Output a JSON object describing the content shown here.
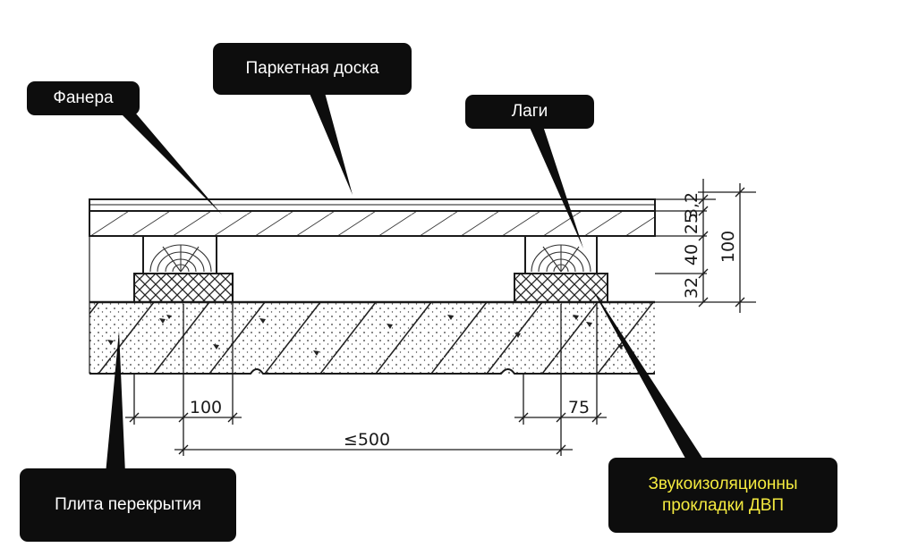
{
  "labels": {
    "parquet": "Паркетная доска",
    "plywood": "Фанера",
    "joists": "Лаги",
    "slab": "Плита перекрытия",
    "pads_line1": "Звукоизоляционны",
    "pads_line2": "прокладки ДВП"
  },
  "dimensions": {
    "t1": "3,2",
    "t2": "25",
    "t3": "40",
    "t4": "32",
    "total": "100",
    "pad_left": "100",
    "pad_right": "75",
    "span": "≤500"
  },
  "colors": {
    "callout_bg": "#0d0d0d",
    "callout_text": "#ffffff",
    "callout_text_accent": "#f4ea3f",
    "ink": "#1a1a1a"
  }
}
